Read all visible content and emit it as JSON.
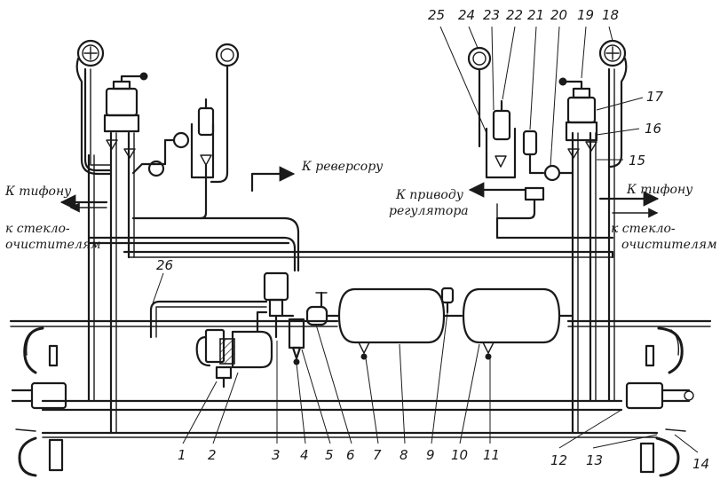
{
  "labels": {
    "to_typhon_left": "К тифону",
    "to_typhon_right": "К тифону",
    "to_wiper_left_1": "к стекло-",
    "to_wiper_left_2": "очистителям",
    "to_wiper_right_1": "к стекло-",
    "to_wiper_right_2": "очистителям",
    "to_reverser": "К реверсору",
    "to_regulator_1": "К приводу",
    "to_regulator_2": "регулятора"
  },
  "numbers": {
    "n1": "1",
    "n2": "2",
    "n3": "3",
    "n4": "4",
    "n5": "5",
    "n6": "6",
    "n7": "7",
    "n8": "8",
    "n9": "9",
    "n10": "10",
    "n11": "11",
    "n12": "12",
    "n13": "13",
    "n14": "14",
    "n15": "15",
    "n16": "16",
    "n17": "17",
    "n18": "18",
    "n19": "19",
    "n20": "20",
    "n21": "21",
    "n22": "22",
    "n23": "23",
    "n24": "24",
    "n25": "25",
    "n26": "26"
  }
}
